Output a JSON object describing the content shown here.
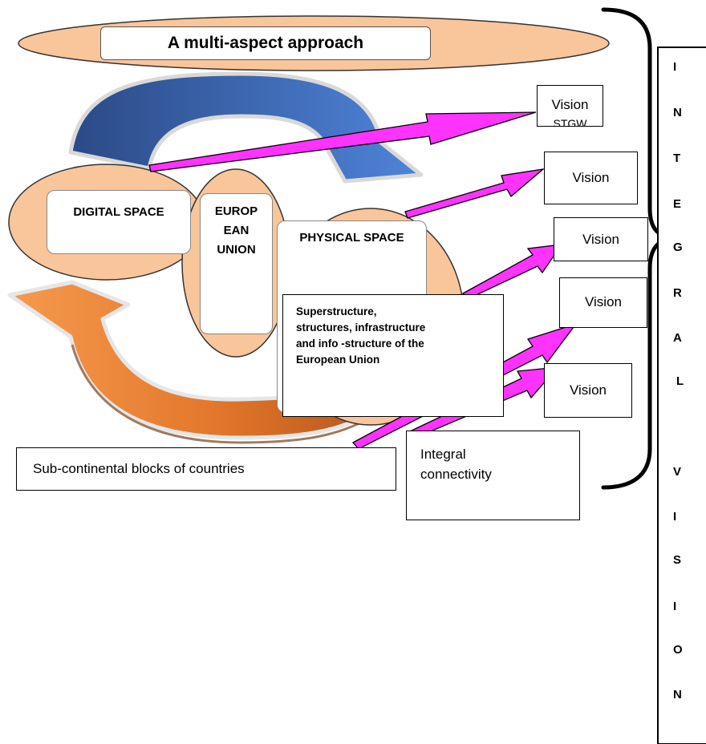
{
  "title": "A multi-aspect approach",
  "spaces": {
    "digital": "DIGITAL SPACE",
    "eu_lines": [
      "EUROP",
      "EAN",
      "UNION"
    ],
    "physical": "PHYSICAL SPACE"
  },
  "structures_lines": [
    "Superstructure,",
    "structures, infrastructure",
    "and info -structure of the",
    "European Union"
  ],
  "sub_continental": "Sub-continental blocks of countries",
  "integral_lines": [
    "Integral",
    "connectivity"
  ],
  "visions": [
    "Vision",
    "Vision",
    "Vision",
    "Vision",
    "Vision"
  ],
  "vision1_cut": "STGW",
  "integral_vision_letters": [
    "I",
    "N",
    "T",
    "E",
    "G",
    "R",
    "A",
    "L",
    "V",
    "I",
    "S",
    "I",
    "O",
    "N"
  ],
  "colors": {
    "ellipse_fill": "#F9C59B",
    "ellipse_stroke": "#333333",
    "arrow_pink": "#FF33FF",
    "arrow_blue_dark": "#2E4F8F",
    "arrow_blue_light": "#4A7BD0",
    "arrow_orange": "#F0893A",
    "arrow_orange_dark": "#B9531A"
  }
}
